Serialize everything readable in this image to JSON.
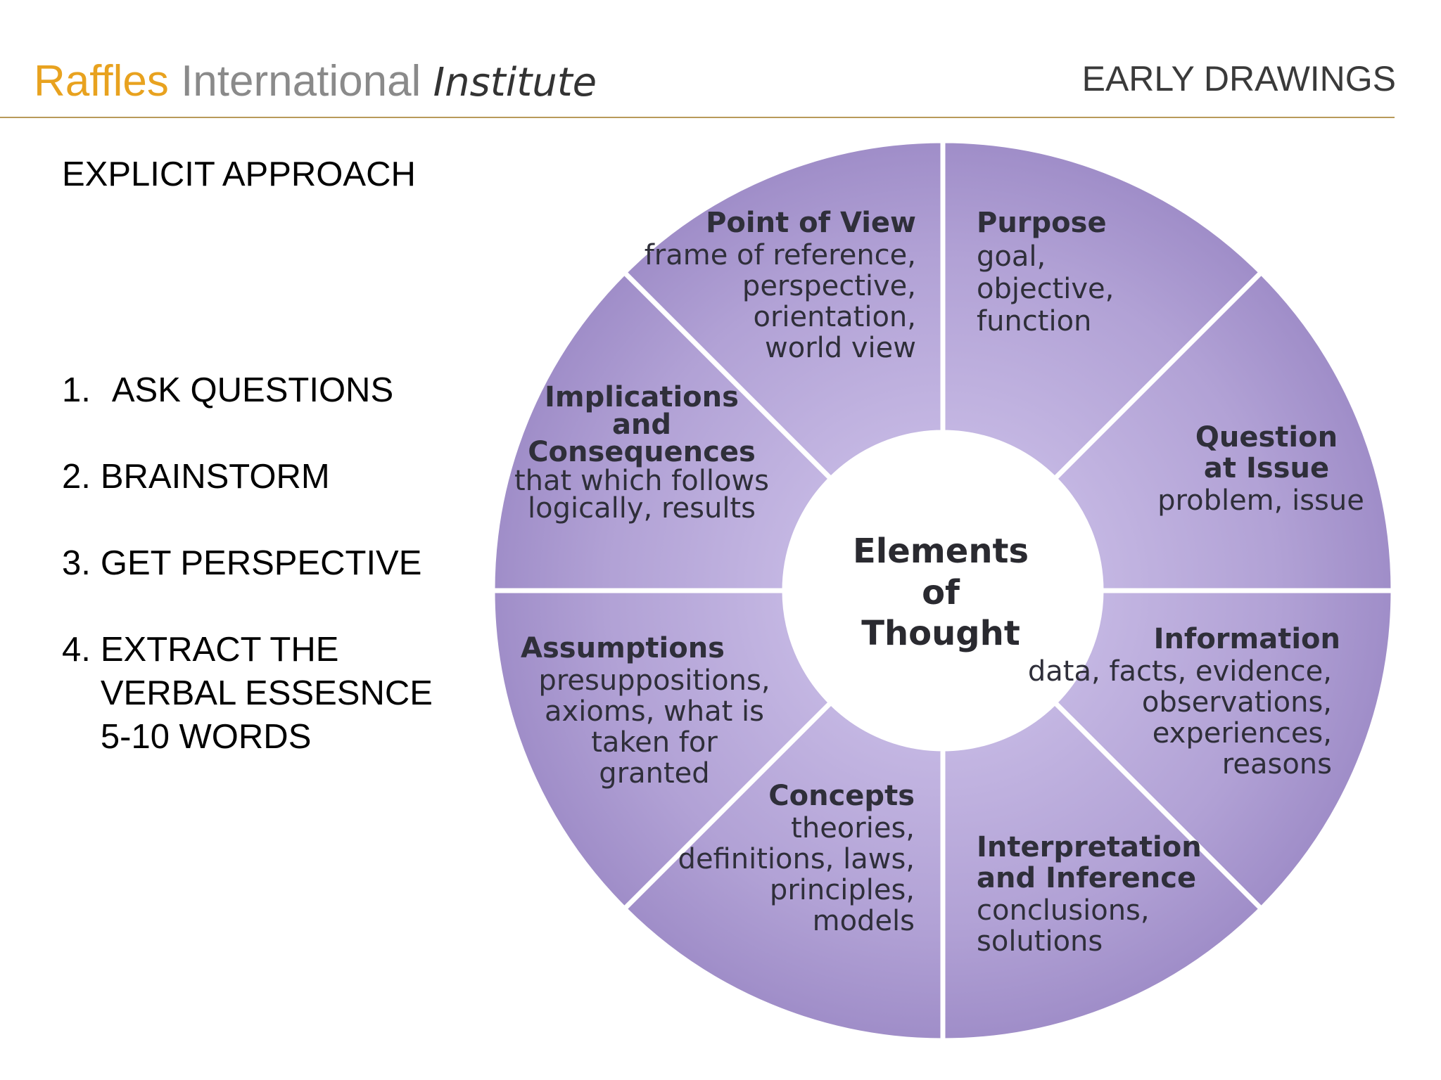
{
  "header": {
    "brand_part1": "Raffles",
    "brand_part2": "International",
    "brand_part3": "Institute",
    "section_label": "EARLY DRAWINGS"
  },
  "left": {
    "title": "EXPLICIT APPROACH",
    "steps": [
      {
        "num": "1.",
        "lines": [
          "ASK QUESTIONS"
        ]
      },
      {
        "num": "2.",
        "lines": [
          "BRAINSTORM"
        ]
      },
      {
        "num": "3.",
        "lines": [
          "GET PERSPECTIVE"
        ]
      },
      {
        "num": "4.",
        "lines": [
          "EXTRACT THE",
          "VERBAL ESSESNCE",
          "5-10 WORDS"
        ]
      }
    ]
  },
  "wheel": {
    "center_lines": [
      "Elements",
      "of",
      "Thought"
    ],
    "colors": {
      "segment": "#B3A4D6",
      "segment_shade": "#9C8BC6",
      "gap": "#ffffff"
    },
    "segments": [
      {
        "title_lines": [
          "Purpose"
        ],
        "body_lines": [
          "goal,",
          "objective,",
          "function"
        ]
      },
      {
        "title_lines": [
          "Question",
          "at Issue"
        ],
        "body_lines": [
          "problem, issue"
        ]
      },
      {
        "title_lines": [
          "Information"
        ],
        "body_lines": [
          "data, facts, evidence,",
          "observations,",
          "experiences,",
          "reasons"
        ]
      },
      {
        "title_lines": [
          "Interpretation",
          "and Inference"
        ],
        "body_lines": [
          "conclusions,",
          "solutions"
        ]
      },
      {
        "title_lines": [
          "Concepts"
        ],
        "body_lines": [
          "theories,",
          "definitions, laws,",
          "principles,",
          "models"
        ]
      },
      {
        "title_lines": [
          "Assumptions"
        ],
        "body_lines": [
          "presuppositions,",
          "axioms, what is",
          "taken for",
          "granted"
        ]
      },
      {
        "title_lines": [
          "Implications",
          "and",
          "Consequences"
        ],
        "body_lines": [
          "that which follows",
          "logically, results"
        ]
      },
      {
        "title_lines": [
          "Point of View"
        ],
        "body_lines": [
          "frame of reference,",
          "perspective,",
          "orientation,",
          "world view"
        ]
      }
    ]
  }
}
